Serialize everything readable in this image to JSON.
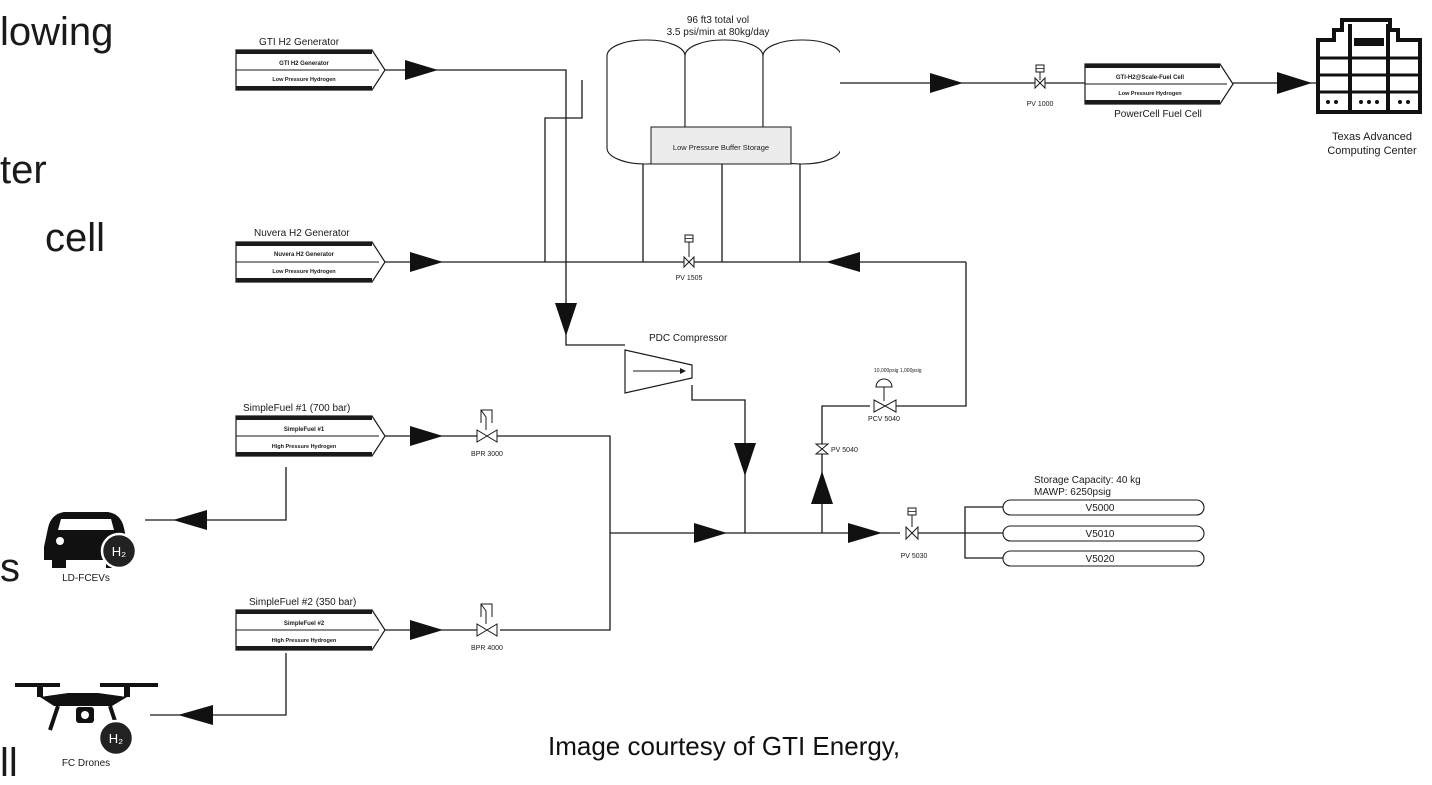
{
  "slide_fragments": [
    "lowing",
    "ter",
    "cell",
    "s",
    "ll"
  ],
  "credit": "Image courtesy of GTI Energy,",
  "sources": {
    "gti": {
      "title": "GTI H2 Generator",
      "name": "GTI H2 Generator",
      "type": "Low Pressure Hydrogen"
    },
    "nuvera": {
      "title": "Nuvera H2 Generator",
      "name": "Nuvera H2 Generator",
      "type": "Low Pressure Hydrogen"
    },
    "simplefuel1": {
      "title": "SimpleFuel #1 (700 bar)",
      "name": "SimpleFuel #1",
      "type": "High Pressure Hydrogen"
    },
    "simplefuel2": {
      "title": "SimpleFuel #2 (350 bar)",
      "name": "SimpleFuel #2",
      "type": "High Pressure Hydrogen"
    }
  },
  "buffer": {
    "volume": "96 ft3 total vol",
    "rate": "3.5 psi/min at 80kg/day",
    "label": "Low Pressure Buffer Storage"
  },
  "fuel_cell": {
    "name": "GTI-H2@Scale-Fuel Cell",
    "type": "Low Pressure Hydrogen",
    "caption": "PowerCell Fuel Cell"
  },
  "tacc": {
    "line1": "Texas Advanced",
    "line2": "Computing Center"
  },
  "compressor": "PDC Compressor",
  "valves": {
    "pv1000": "PV 1000",
    "pv1505": "PV 1505",
    "pv5040": "PV 5040",
    "pcv5040": "PCV 5040",
    "pcv_setpoints": "10,000psig  1,000psig",
    "pv5030": "PV 5030",
    "bpr3000": "BPR 3000",
    "bpr4000": "BPR 4000"
  },
  "storage": {
    "capacity": "Storage Capacity: 40 kg",
    "mawp": "MAWP: 6250psig",
    "tanks": [
      "V5000",
      "V5010",
      "V5020"
    ]
  },
  "vehicles": {
    "car": "LD-FCEVs",
    "drone": "FC Drones",
    "h2_badge": "H₂"
  }
}
